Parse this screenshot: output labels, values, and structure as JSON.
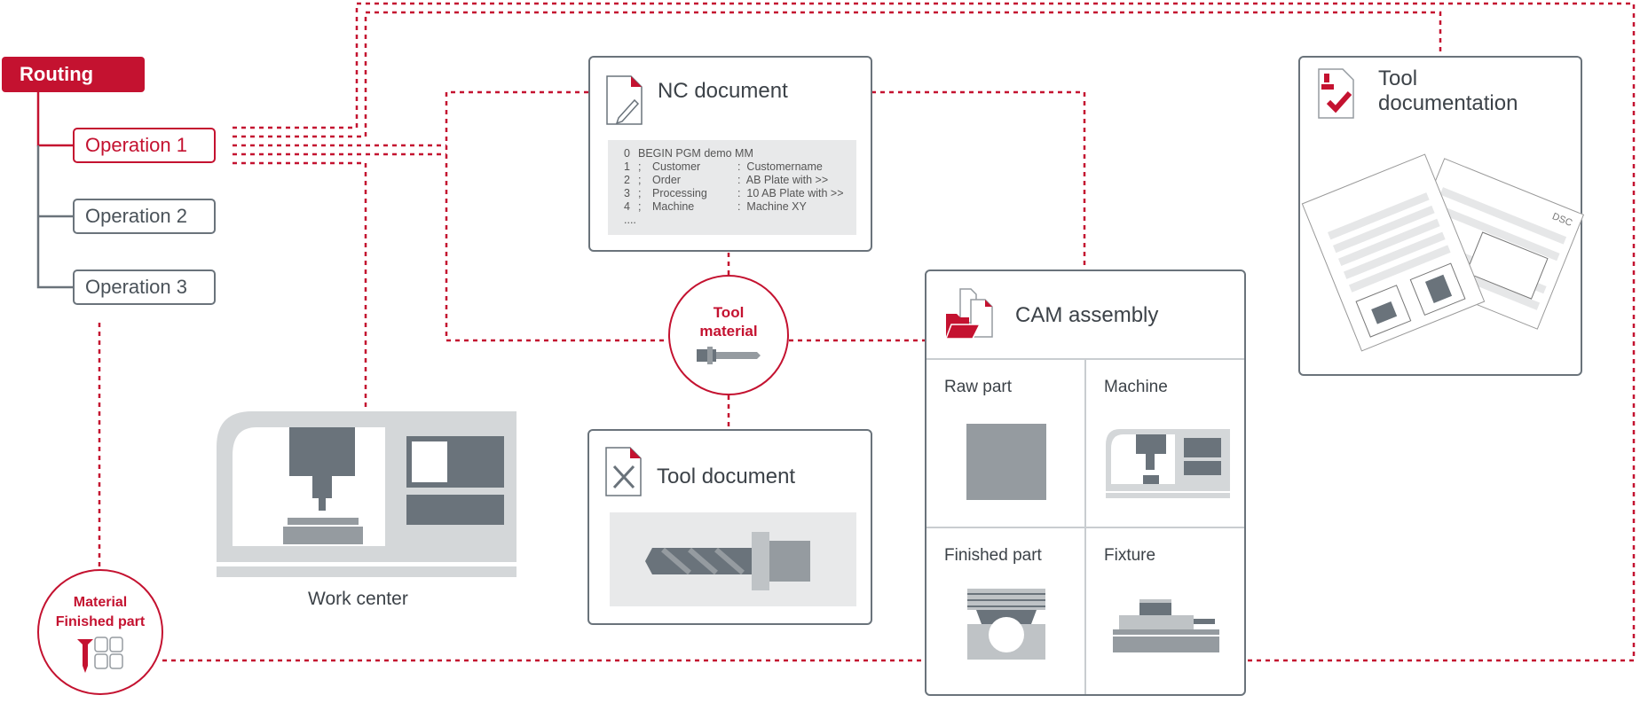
{
  "routing": {
    "label": "Routing",
    "operations": [
      "Operation 1",
      "Operation 2",
      "Operation 3"
    ]
  },
  "nc_document": {
    "title": "NC document",
    "code": [
      {
        "n": "0",
        "text": "BEGIN PGM demo MM"
      },
      {
        "n": "1",
        "sep": ";",
        "key": "Customer",
        "value": ":  Customername"
      },
      {
        "n": "2",
        "sep": ";",
        "key": "Order",
        "value": ":  AB Plate with >>"
      },
      {
        "n": "3",
        "sep": ";",
        "key": "Processing",
        "value": ":  10 AB Plate with >>"
      },
      {
        "n": "4",
        "sep": ";",
        "key": "Machine",
        "value": ":  Machine XY"
      },
      {
        "n": "...."
      }
    ]
  },
  "tool_material": {
    "line1": "Tool",
    "line2": "material"
  },
  "tool_document": {
    "title": "Tool document"
  },
  "work_center": {
    "label": "Work center"
  },
  "material_finished": {
    "line1": "Material",
    "line2": "Finished part"
  },
  "cam_assembly": {
    "title": "CAM assembly",
    "cells": [
      "Raw part",
      "Machine",
      "Finished part",
      "Fixture"
    ]
  },
  "tool_documentation": {
    "title_line1": "Tool",
    "title_line2": "documentation",
    "sheet_logo": "DSC"
  },
  "colors": {
    "accent": "#c41230",
    "border": "#6a737b",
    "gray": "#959ba0"
  }
}
